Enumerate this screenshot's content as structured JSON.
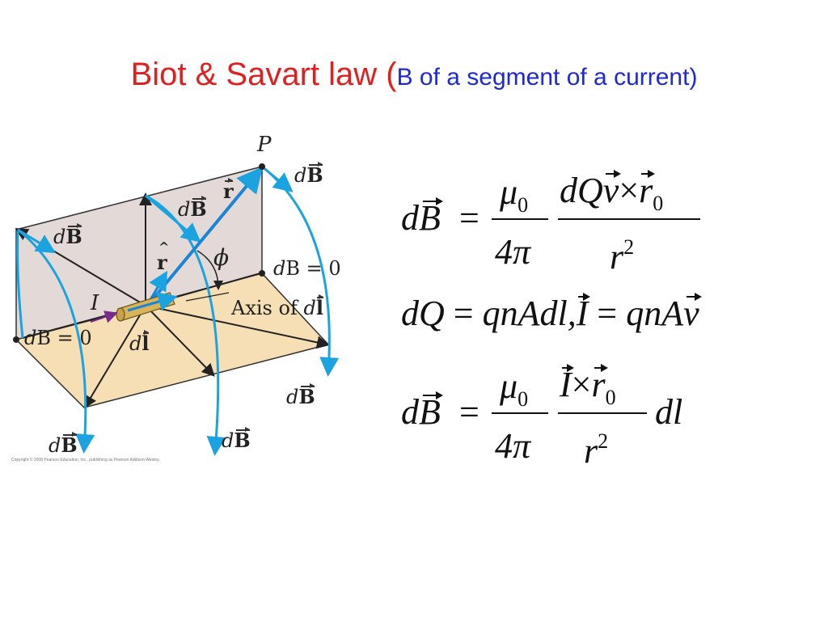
{
  "slide": {
    "title_main": "Biot & Savart law (",
    "title_sub": "B of a segment of a current)"
  },
  "figure": {
    "labels": {
      "P": "P",
      "dB": "dB",
      "r": "r",
      "rhat": "r",
      "phi": "ϕ",
      "I": "I",
      "dl": "dl",
      "axis_of": "Axis of",
      "dB_zero": "= 0"
    },
    "copyright": "Copyright © 2008 Pearson Education, Inc., publishing as Pearson Addison-Wesley.",
    "colors": {
      "field_arrow": "#1aa3e0",
      "current_arrow": "#7a2a8a",
      "plane_vertical": "#e3d9d6",
      "plane_horizontal": "#f6dfb4",
      "wire": "#d8b45a"
    }
  },
  "equations": {
    "eq1": {
      "lhs_d": "d",
      "lhs_B": "B",
      "eq": "=",
      "mu": "μ",
      "zero": "0",
      "four_pi": "4π",
      "num_d": "dQ",
      "num_v": "v",
      "times": "×",
      "num_r": "r",
      "den_r": "r",
      "two": "2"
    },
    "eq2": {
      "lhs": "dQ",
      "eq": "=",
      "rhs1": "qnAdl,",
      "I": "I",
      "eq2": "=",
      "rhs2": "qnA",
      "v": "v"
    },
    "eq3": {
      "lhs_d": "d",
      "lhs_B": "B",
      "eq": "=",
      "mu": "μ",
      "zero": "0",
      "four_pi": "4π",
      "I": "I",
      "times": "×",
      "num_r": "r",
      "den_r": "r",
      "two": "2",
      "dl": "dl"
    }
  }
}
